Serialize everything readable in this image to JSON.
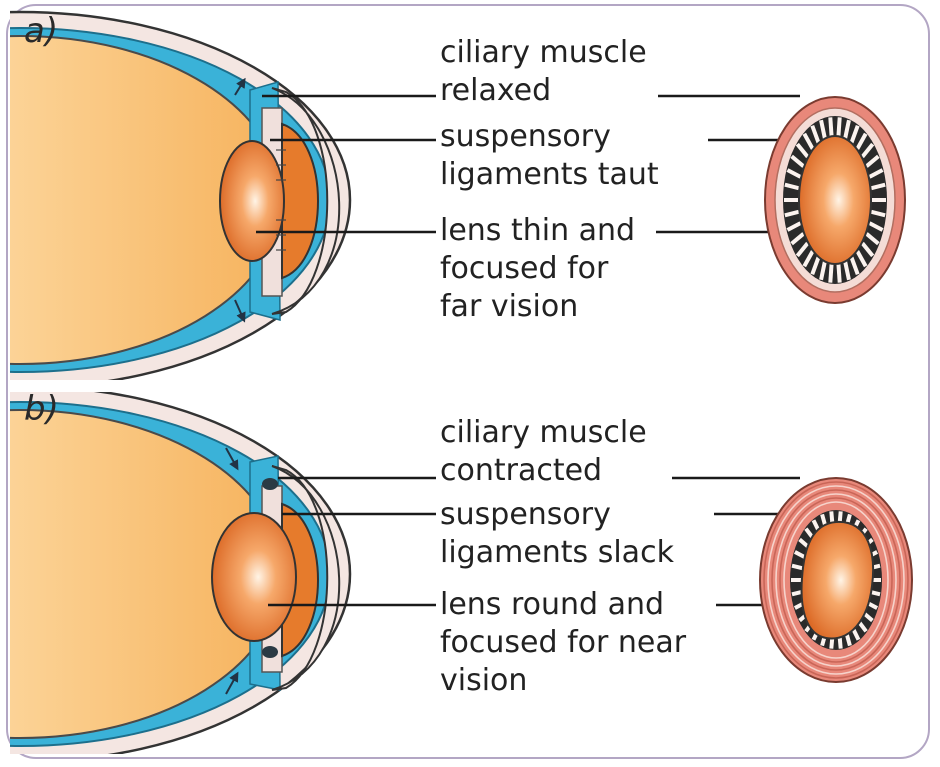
{
  "panels": {
    "a": {
      "tag": "a)",
      "labels": [
        {
          "line1": "ciliary muscle",
          "line2": "relaxed"
        },
        {
          "line1": "suspensory",
          "line2": "ligaments taut"
        },
        {
          "line1": "lens thin and",
          "line2": "focused for",
          "line3": "far vision"
        }
      ]
    },
    "b": {
      "tag": "b)",
      "labels": [
        {
          "line1": "ciliary muscle",
          "line2": "contracted"
        },
        {
          "line1": "suspensory",
          "line2": "ligaments slack"
        },
        {
          "line1": "lens round and",
          "line2": "focused for near",
          "line3": "vision"
        }
      ]
    }
  },
  "colors": {
    "frame": "#b3a6c4",
    "eye_interior": "#f6b25c",
    "lens": "#e67b2c",
    "ciliary_body": "#3ab2d8",
    "muscle_ring": "#e8887a",
    "sclera": "#f4e6e2"
  }
}
